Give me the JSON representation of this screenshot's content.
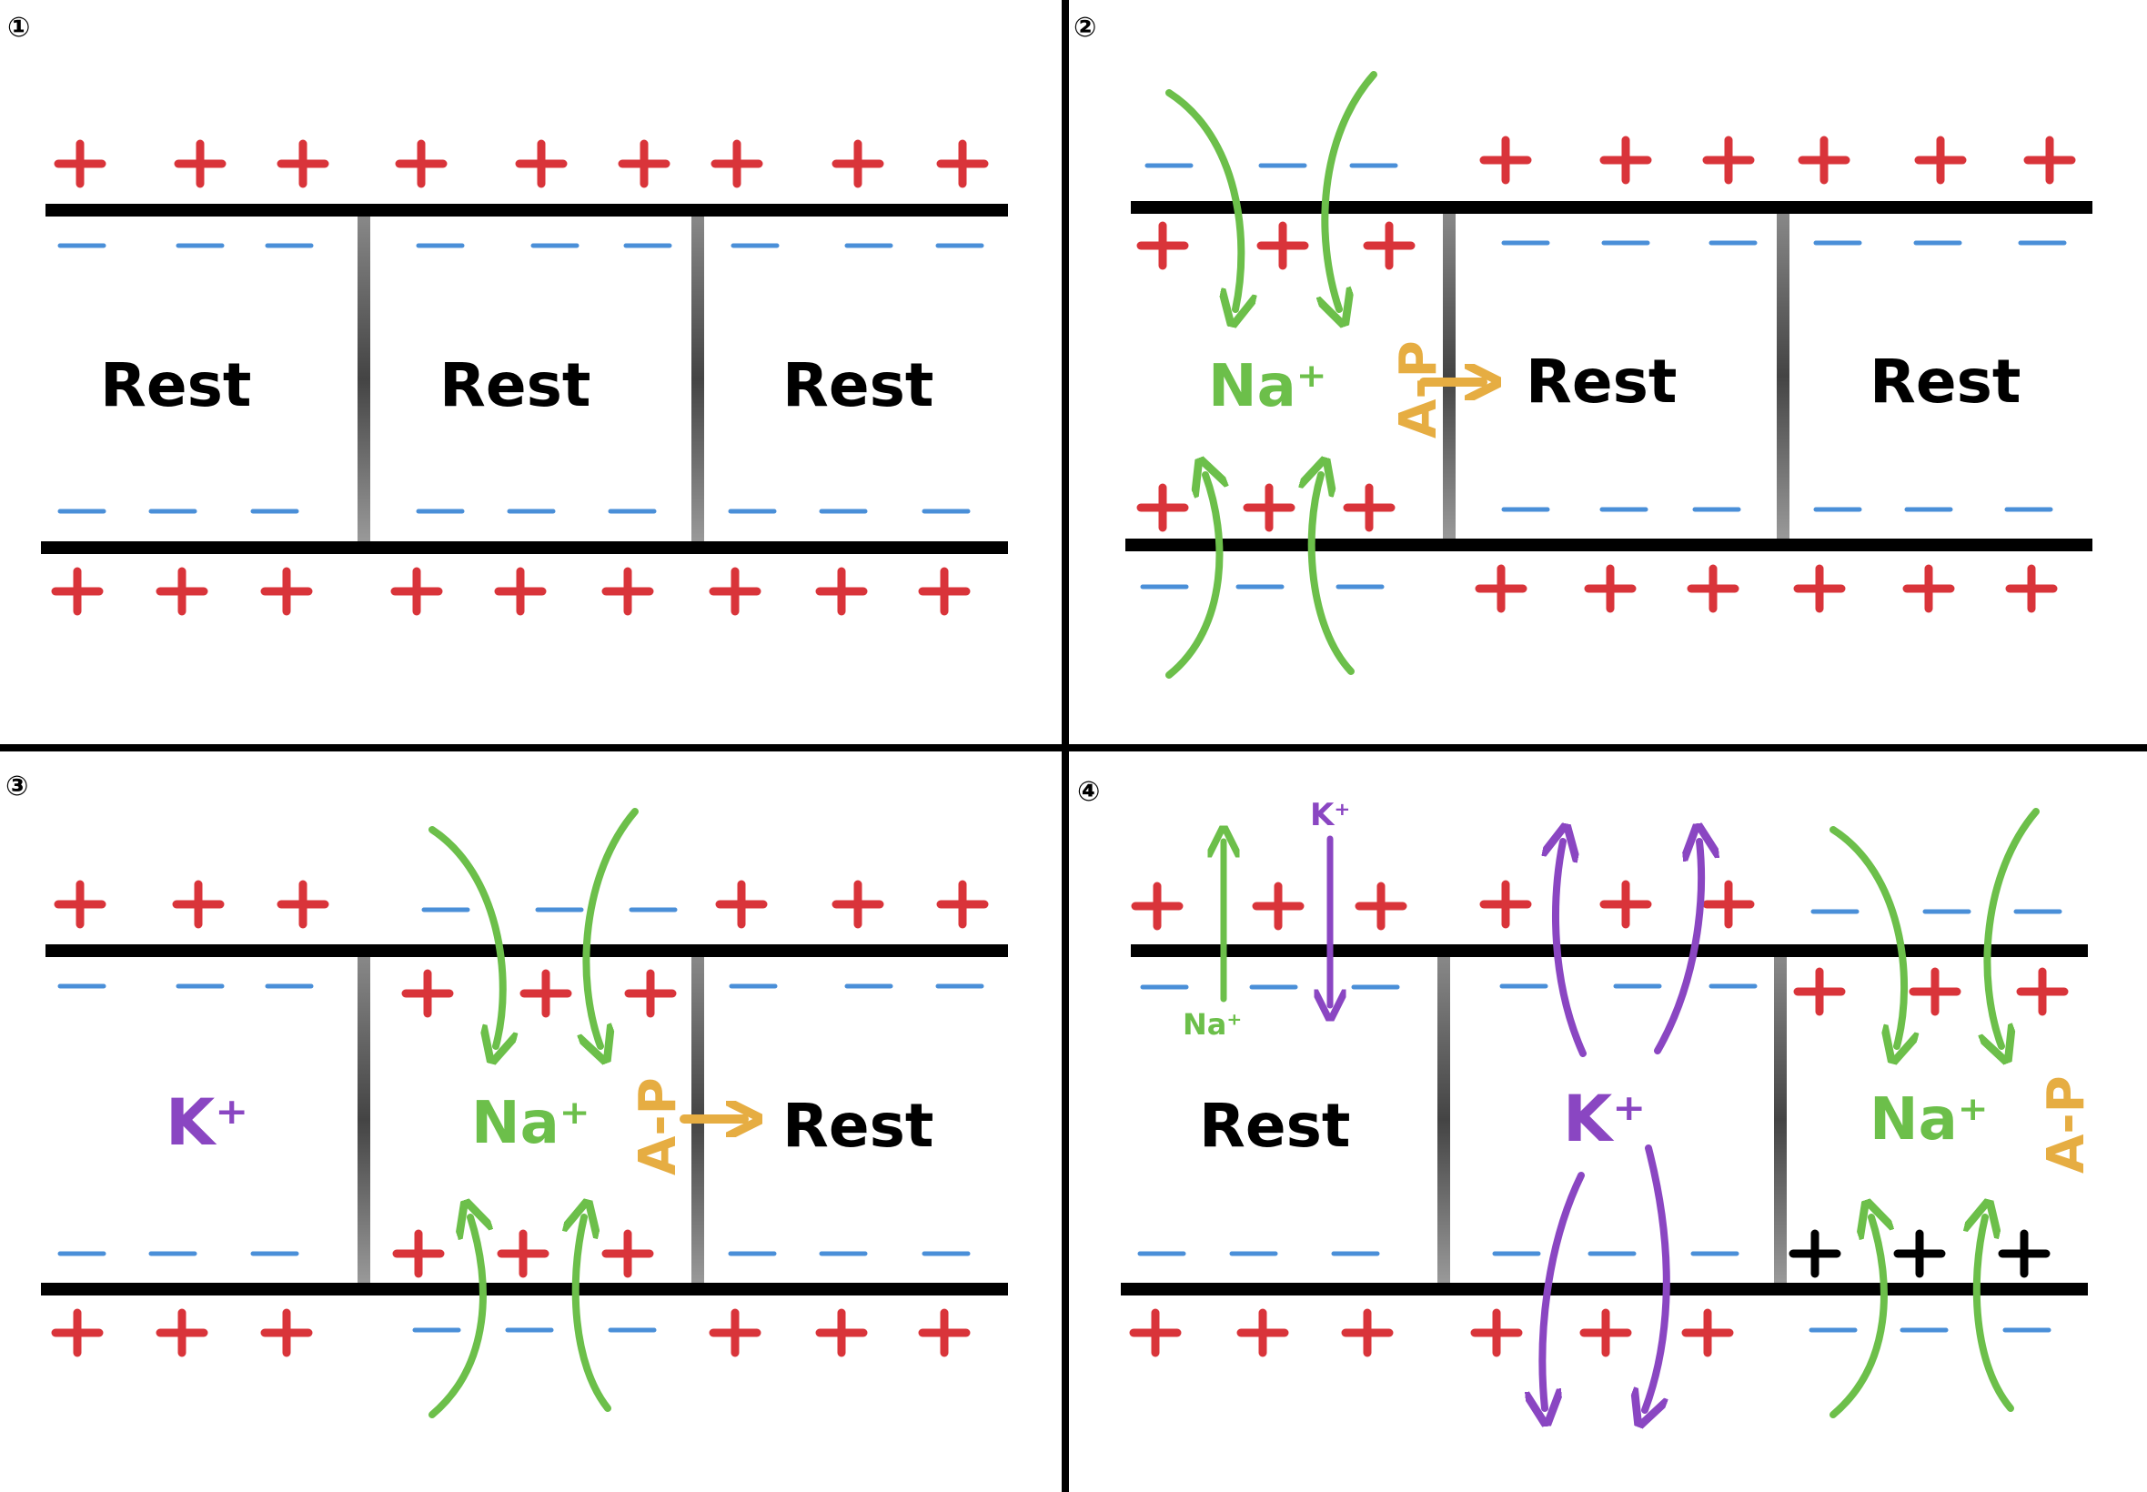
{
  "colors": {
    "positive": "#d9343a",
    "negative": "#4a8fd8",
    "sodium": "#6cbf4a",
    "potassium": "#8a46c2",
    "action_potential": "#e6ad42",
    "membrane": "#000000"
  },
  "symbols": {
    "plus": "+",
    "minus": "−"
  },
  "panels": [
    {
      "number": "①",
      "labels": {
        "seg1": "Rest",
        "seg2": "Rest",
        "seg3": "Rest"
      }
    },
    {
      "number": "②",
      "labels": {
        "ion": "Na⁺",
        "ap": "A-P",
        "seg2": "Rest",
        "seg3": "Rest"
      }
    },
    {
      "number": "③",
      "labels": {
        "ion_k": "K⁺",
        "ion_na": "Na⁺",
        "ap": "A-P",
        "seg3": "Rest"
      }
    },
    {
      "number": "④",
      "labels": {
        "seg1": "Rest",
        "ion_k": "K⁺",
        "ion_na": "Na⁺",
        "ap": "A-P",
        "pump_na": "Na⁺",
        "pump_k": "K⁺"
      }
    }
  ]
}
